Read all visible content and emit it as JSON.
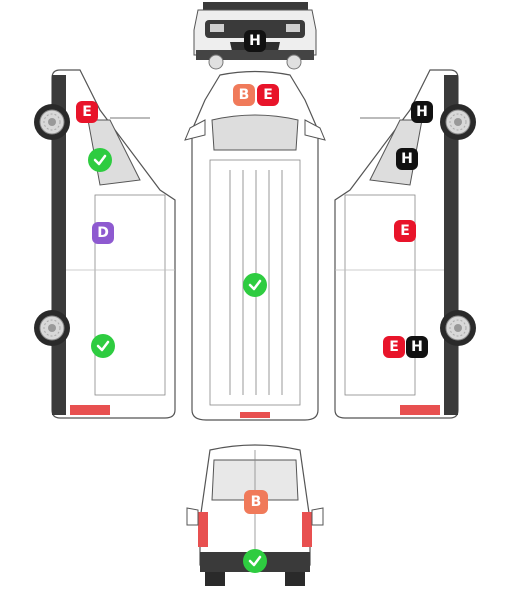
{
  "colors": {
    "E": "#e8142a",
    "H": "#111111",
    "B": "#f07a5a",
    "D": "#8e5ad0",
    "check": "#2ecc40",
    "outline": "#555555",
    "body": "#ffffff",
    "dark": "#3a3a3a",
    "tail": "#e85050"
  },
  "views": {
    "front": {
      "markers": [
        {
          "type": "letter",
          "label": "H",
          "color": "H"
        }
      ]
    },
    "top": {
      "markers": [
        {
          "type": "letter",
          "label": "B",
          "color": "B"
        },
        {
          "type": "letter",
          "label": "E",
          "color": "E"
        },
        {
          "type": "check",
          "icon": "check-icon"
        }
      ]
    },
    "left_side": {
      "markers": [
        {
          "type": "letter",
          "label": "E",
          "color": "E"
        },
        {
          "type": "check",
          "icon": "check-icon"
        },
        {
          "type": "letter",
          "label": "D",
          "color": "D"
        },
        {
          "type": "check",
          "icon": "check-icon"
        }
      ]
    },
    "right_side": {
      "markers": [
        {
          "type": "letter",
          "label": "H",
          "color": "H"
        },
        {
          "type": "letter",
          "label": "H",
          "color": "H"
        },
        {
          "type": "letter",
          "label": "E",
          "color": "E"
        },
        {
          "type": "letter",
          "label": "E",
          "color": "E"
        },
        {
          "type": "letter",
          "label": "H",
          "color": "H"
        }
      ]
    },
    "rear": {
      "markers": [
        {
          "type": "letter",
          "label": "B",
          "color": "B"
        },
        {
          "type": "check",
          "icon": "check-icon"
        }
      ]
    }
  }
}
